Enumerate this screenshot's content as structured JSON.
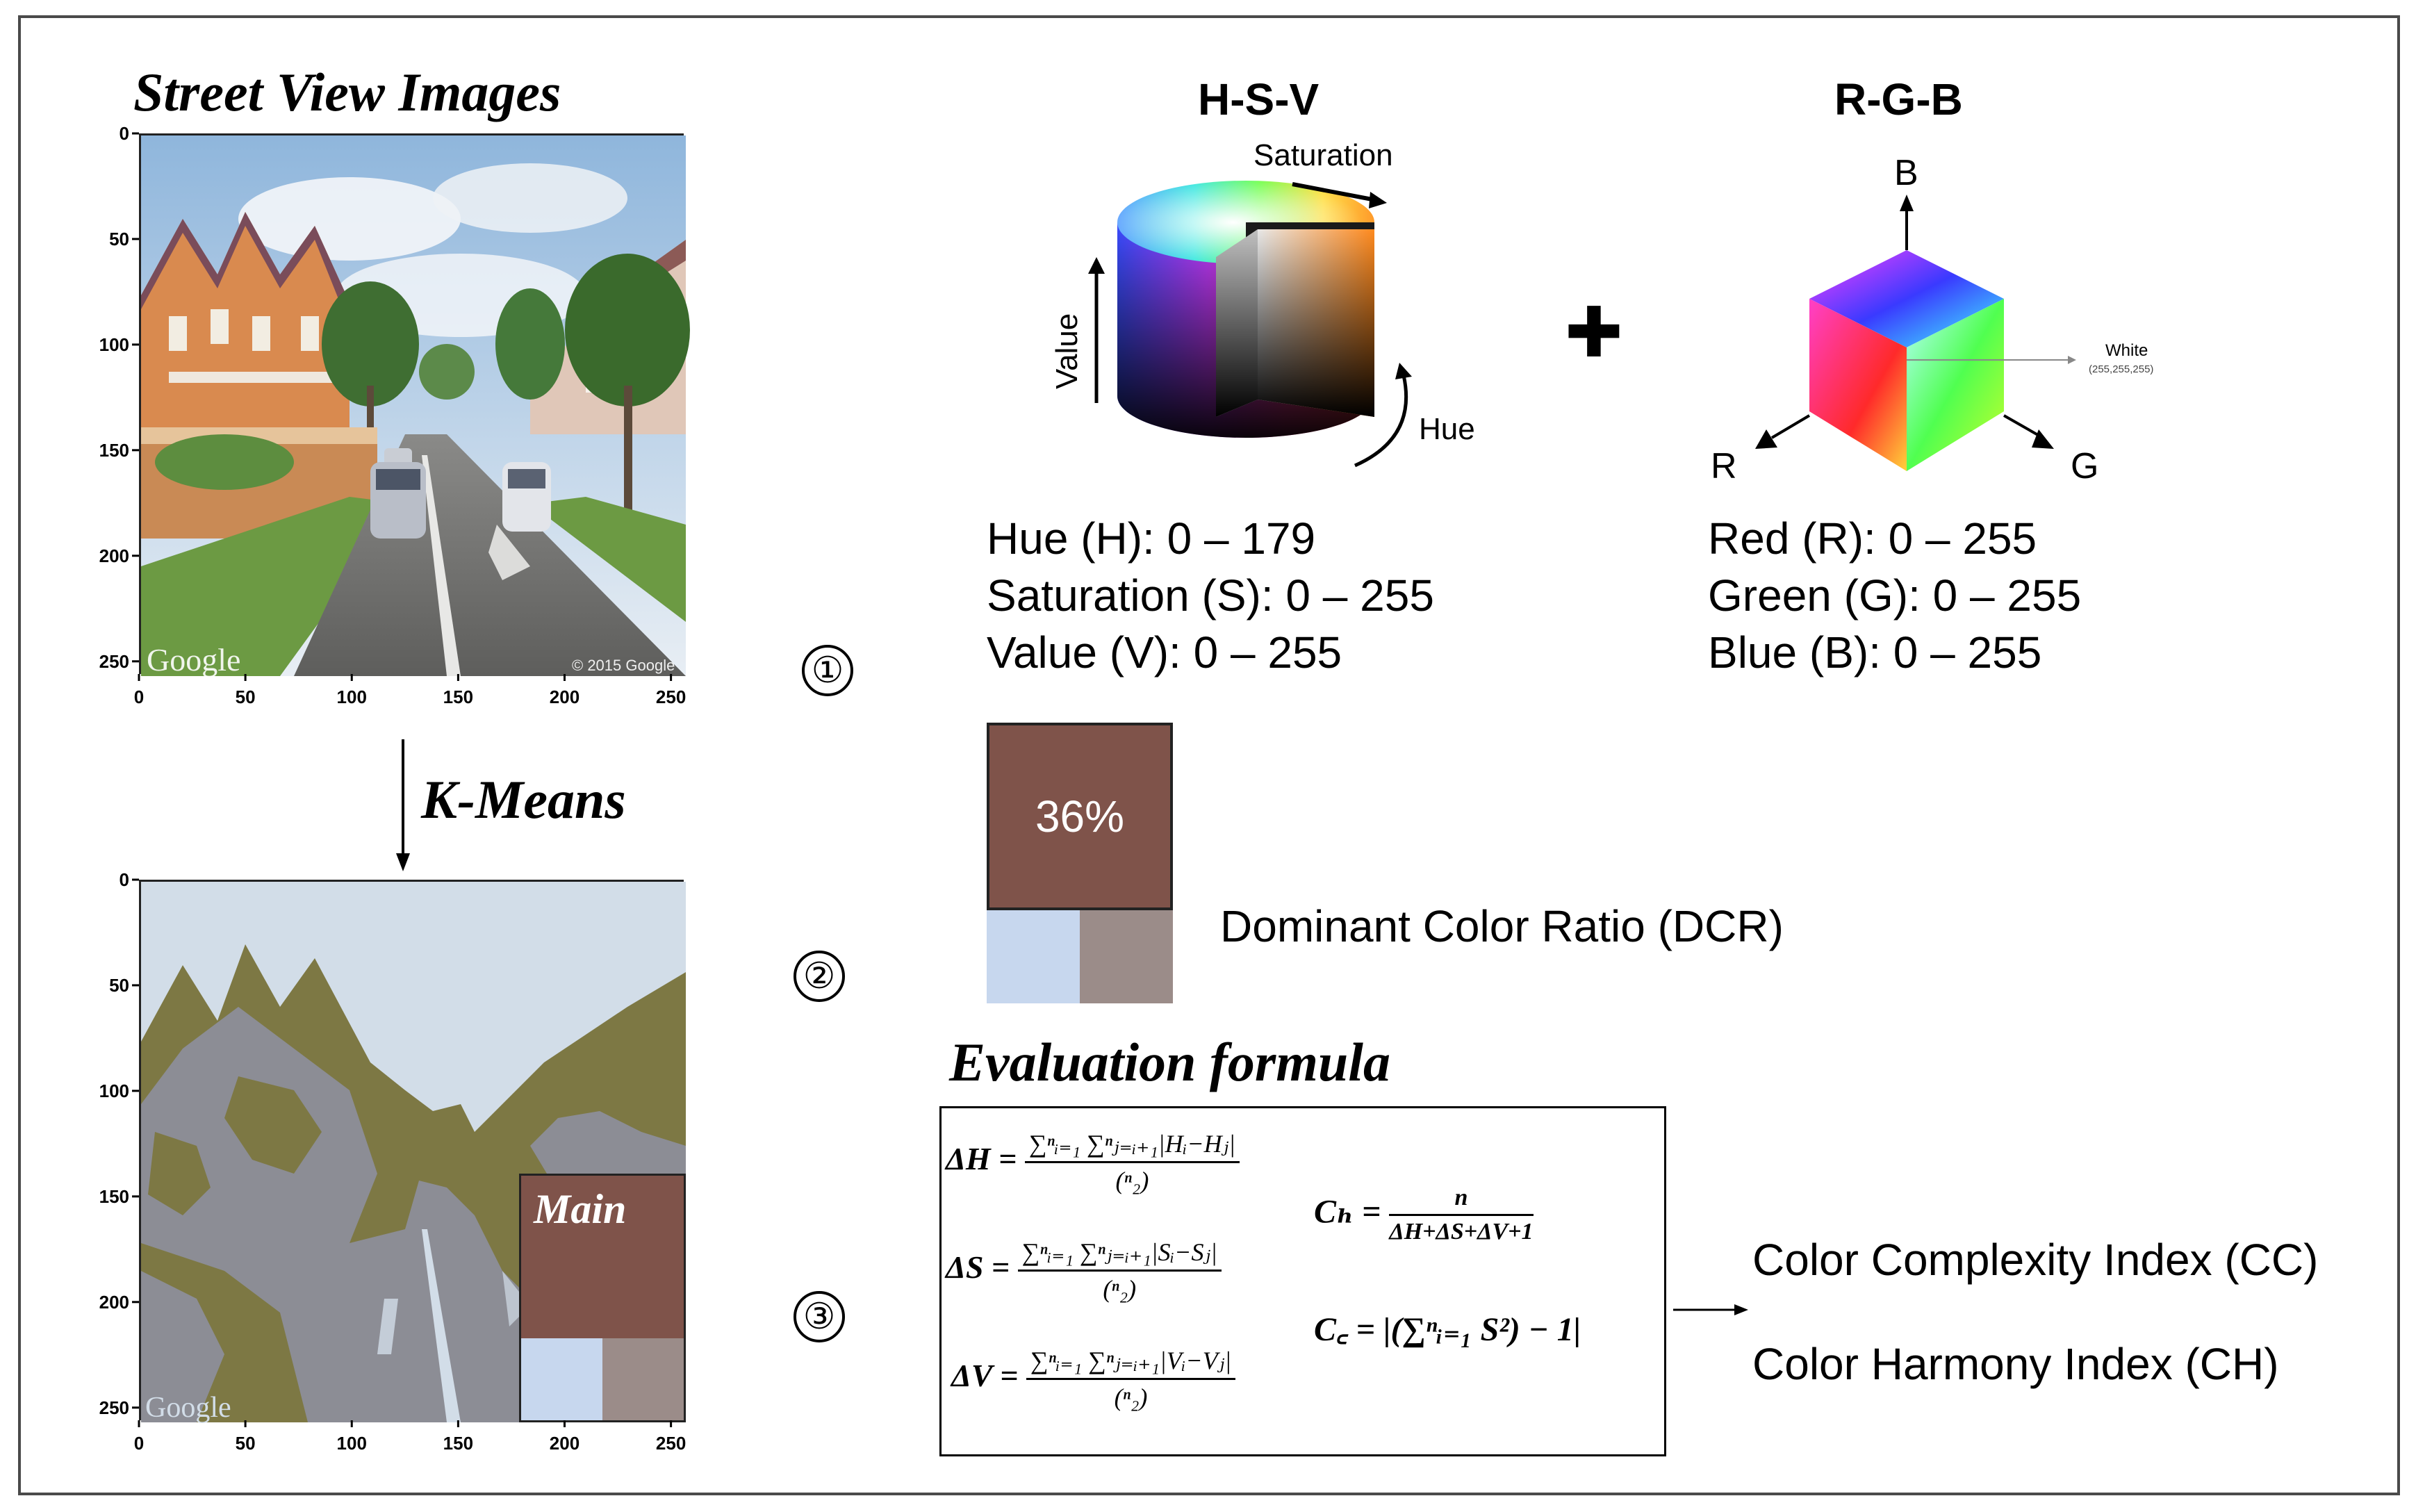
{
  "titles": {
    "street_view": "Street View Images",
    "kmeans": "K-Means",
    "hsv": "H-S-V",
    "rgb": "R-G-B",
    "evaluation": "Evaluation formula"
  },
  "axes": {
    "y_ticks": [
      "0",
      "50",
      "100",
      "150",
      "200",
      "250"
    ],
    "x_ticks": [
      "0",
      "50",
      "100",
      "150",
      "200",
      "250"
    ]
  },
  "street_image": {
    "watermark_left": "Google",
    "watermark_right": "© 2015 Google"
  },
  "kmeans_image": {
    "watermark_left": "Google",
    "main_label": "Main",
    "colors": {
      "sky": "#d2dde8",
      "olive": "#7d7844",
      "gray": "#8c8d95",
      "main": "#7f534a",
      "light_blue": "#c7d7ee",
      "mauve": "#9b8c89"
    }
  },
  "hsv_diagram": {
    "saturation_label": "Saturation",
    "value_label": "Value",
    "hue_label": "Hue"
  },
  "plus_sign": "✚",
  "rgb_diagram": {
    "b_label": "B",
    "r_label": "R",
    "g_label": "G",
    "white_label": "White",
    "white_value": "(255,255,255)"
  },
  "hsv_ranges": [
    "Hue (H): 0 – 179",
    "Saturation (S): 0 – 255",
    "Value (V): 0 – 255"
  ],
  "rgb_ranges": [
    "Red (R): 0 – 255",
    "Green (G): 0 – 255",
    "Blue (B): 0 – 255"
  ],
  "steps": [
    "①",
    "②",
    "③"
  ],
  "dcr": {
    "percent": "36%",
    "label": "Dominant Color Ratio (DCR)",
    "main_color": "#7f534a",
    "color2": "#c7d7ee",
    "color3": "#9b8c89"
  },
  "formulas": {
    "dh_lhs": "ΔH =",
    "dh_num": "∑ⁿᵢ₌₁ ∑ⁿⱼ₌ᵢ₊₁|Hᵢ−Hⱼ|",
    "ds_lhs": "ΔS =",
    "ds_num": "∑ⁿᵢ₌₁ ∑ⁿⱼ₌ᵢ₊₁|Sᵢ−Sⱼ|",
    "dv_lhs": "ΔV =",
    "dv_num": "∑ⁿᵢ₌₁ ∑ⁿⱼ₌ᵢ₊₁|Vᵢ−Vⱼ|",
    "binom": "(ⁿ₂)",
    "ch_lhs": "Cₕ =",
    "ch_num": "n",
    "ch_den": "ΔH+ΔS+ΔV+1",
    "cc_lhs": "C꜀ =",
    "cc_rhs": "|(∑ⁿᵢ₌₁ S²) − 1|"
  },
  "outputs": {
    "cc": "Color Complexity Index (CC)",
    "ch": "Color Harmony Index (CH)"
  }
}
